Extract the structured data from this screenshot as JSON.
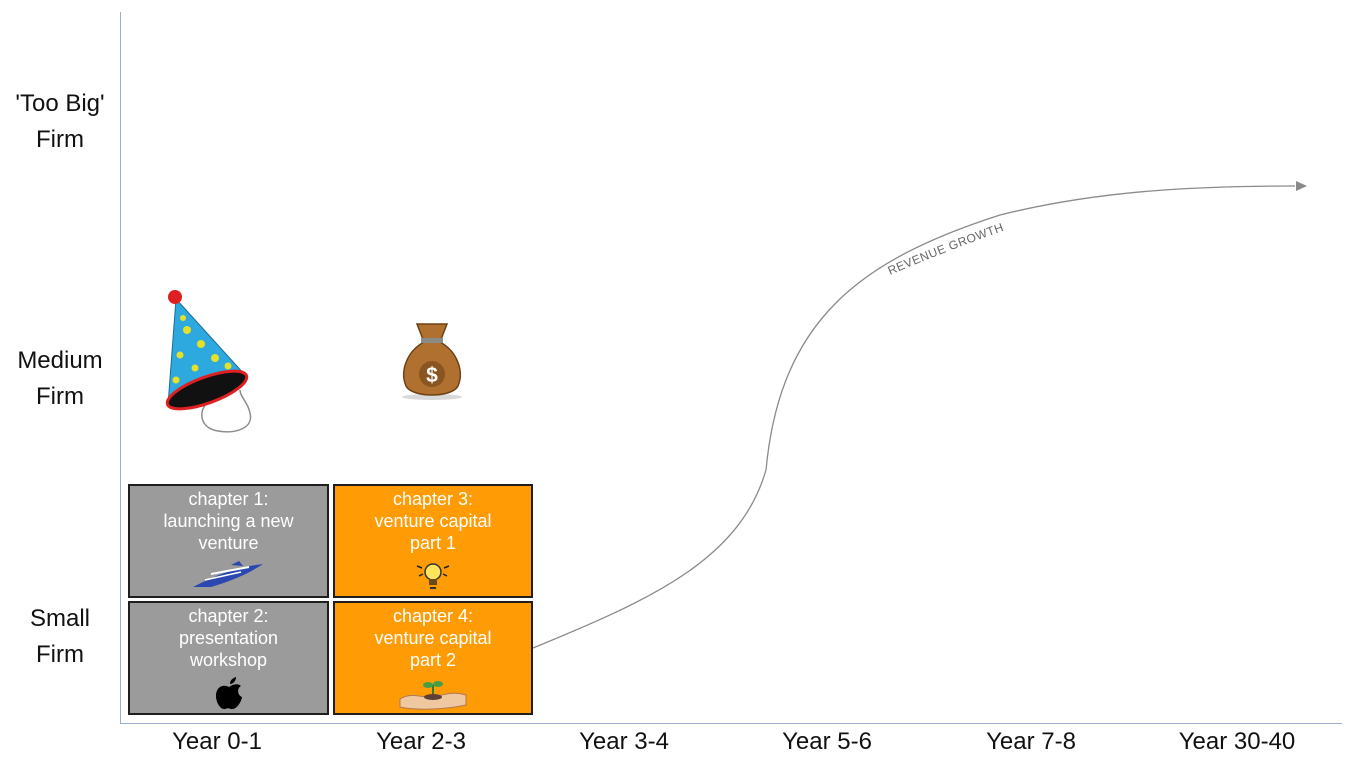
{
  "y_axis": {
    "labels": [
      {
        "line1": "'Too Big'",
        "line2": "Firm"
      },
      {
        "line1": "Medium",
        "line2": "Firm"
      },
      {
        "line1": "Small",
        "line2": "Firm"
      }
    ]
  },
  "x_axis": {
    "labels": [
      "Year 0-1",
      "Year 2-3",
      "Year 3-4",
      "Year 5-6",
      "Year 7-8",
      "Year 30-40"
    ]
  },
  "curve": {
    "label": "REVENUE GROWTH",
    "color": "#8a8a8a"
  },
  "cards": [
    {
      "lines": [
        "chapter 1:",
        "launching a new",
        "venture"
      ],
      "color": "#9b9b9b",
      "icon": "rocket-icon"
    },
    {
      "lines": [
        "chapter 3:",
        "venture capital",
        "part 1"
      ],
      "color": "#ff9b05",
      "icon": "lightbulb-icon"
    },
    {
      "lines": [
        "chapter 2:",
        "presentation",
        "workshop"
      ],
      "color": "#9b9b9b",
      "icon": "apple-logo-icon"
    },
    {
      "lines": [
        "chapter 4:",
        "venture capital",
        "part 2"
      ],
      "color": "#ff9b05",
      "icon": "sprout-hands-icon"
    }
  ],
  "decorations": [
    "party-hat-icon",
    "money-bag-icon"
  ]
}
